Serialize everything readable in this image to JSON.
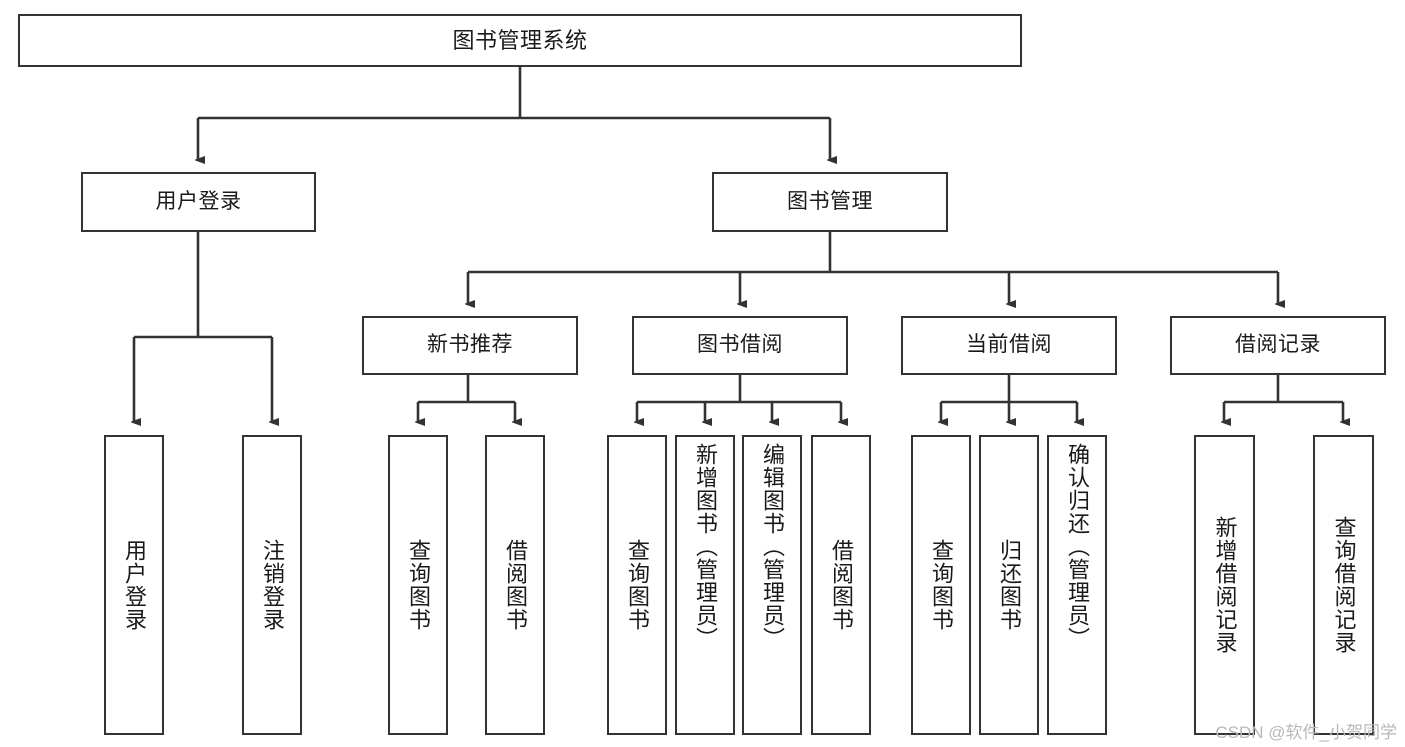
{
  "diagram": {
    "title": "图书管理系统",
    "type": "hierarchy-tree",
    "root": {
      "label": "图书管理系统"
    },
    "level2": [
      {
        "label": "用户登录"
      },
      {
        "label": "图书管理"
      }
    ],
    "level3": [
      {
        "label": "新书推荐"
      },
      {
        "label": "图书借阅"
      },
      {
        "label": "当前借阅"
      },
      {
        "label": "借阅记录"
      }
    ],
    "leaves": {
      "user_login": [
        {
          "label": "用户登录"
        },
        {
          "label": "注销登录"
        }
      ],
      "new_book_recommend": [
        {
          "label": "查询图书"
        },
        {
          "label": "借阅图书"
        }
      ],
      "book_borrow": [
        {
          "label": "查询图书"
        },
        {
          "label": "新增图书（管理员）"
        },
        {
          "label": "编辑图书（管理员）"
        },
        {
          "label": "借阅图书"
        }
      ],
      "current_borrow": [
        {
          "label": "查询图书"
        },
        {
          "label": "归还图书"
        },
        {
          "label": "确认归还（管理员）"
        }
      ],
      "borrow_records": [
        {
          "label": "新增借阅记录"
        },
        {
          "label": "查询借阅记录"
        }
      ]
    }
  },
  "watermark": {
    "text": "CSDN @软件_小贺同学"
  },
  "colors": {
    "background": "#ffffff",
    "border": "#333333",
    "text": "#1a1a1a",
    "watermark": "#b8b8b8"
  }
}
